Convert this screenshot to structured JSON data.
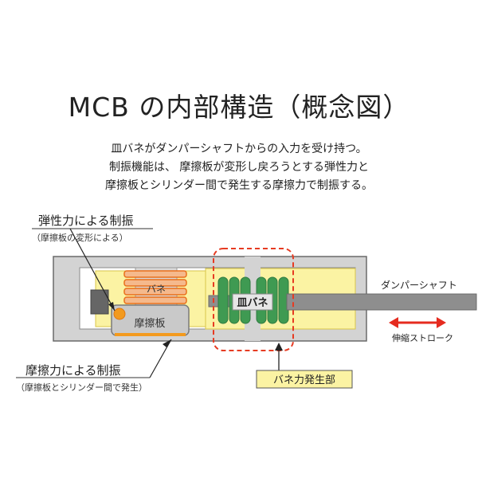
{
  "title": "MCB の内部構造（概念図）",
  "description": [
    "皿バネがダンパーシャフトからの入力を受け持つ。",
    "制振機能は、 摩擦板が変形し戻ろうとする弾性力と",
    "摩擦板とシリンダー間で発生する摩擦力で制振する。"
  ],
  "labels": {
    "elastic": "弾性力による制振",
    "elastic_sub": "（摩擦板の変形による）",
    "friction": "摩擦力による制振",
    "friction_sub": "（摩擦板とシリンダー間で発生）",
    "spring": "バネ",
    "friction_plate": "摩擦板",
    "disc_spring": "皿バネ",
    "damper_shaft": "ダンパーシャフト",
    "stroke": "伸縮ストローク",
    "spring_force": "バネ力発生部"
  },
  "colors": {
    "housing": "#cfcfcf",
    "housing_border": "#666666",
    "yellow_fill": "#fbf3a3",
    "yellow_border": "#d9c64a",
    "spring_orange": "#e96f1a",
    "spring_fill": "#f5b98c",
    "disc_green": "#3f9a52",
    "shaft": "#8e8e8e",
    "dashed_red": "#e63b22",
    "arrow_red": "#e52b1f",
    "friction_plate": "#c9c9c9",
    "accent_orange": "#f39a1e"
  }
}
